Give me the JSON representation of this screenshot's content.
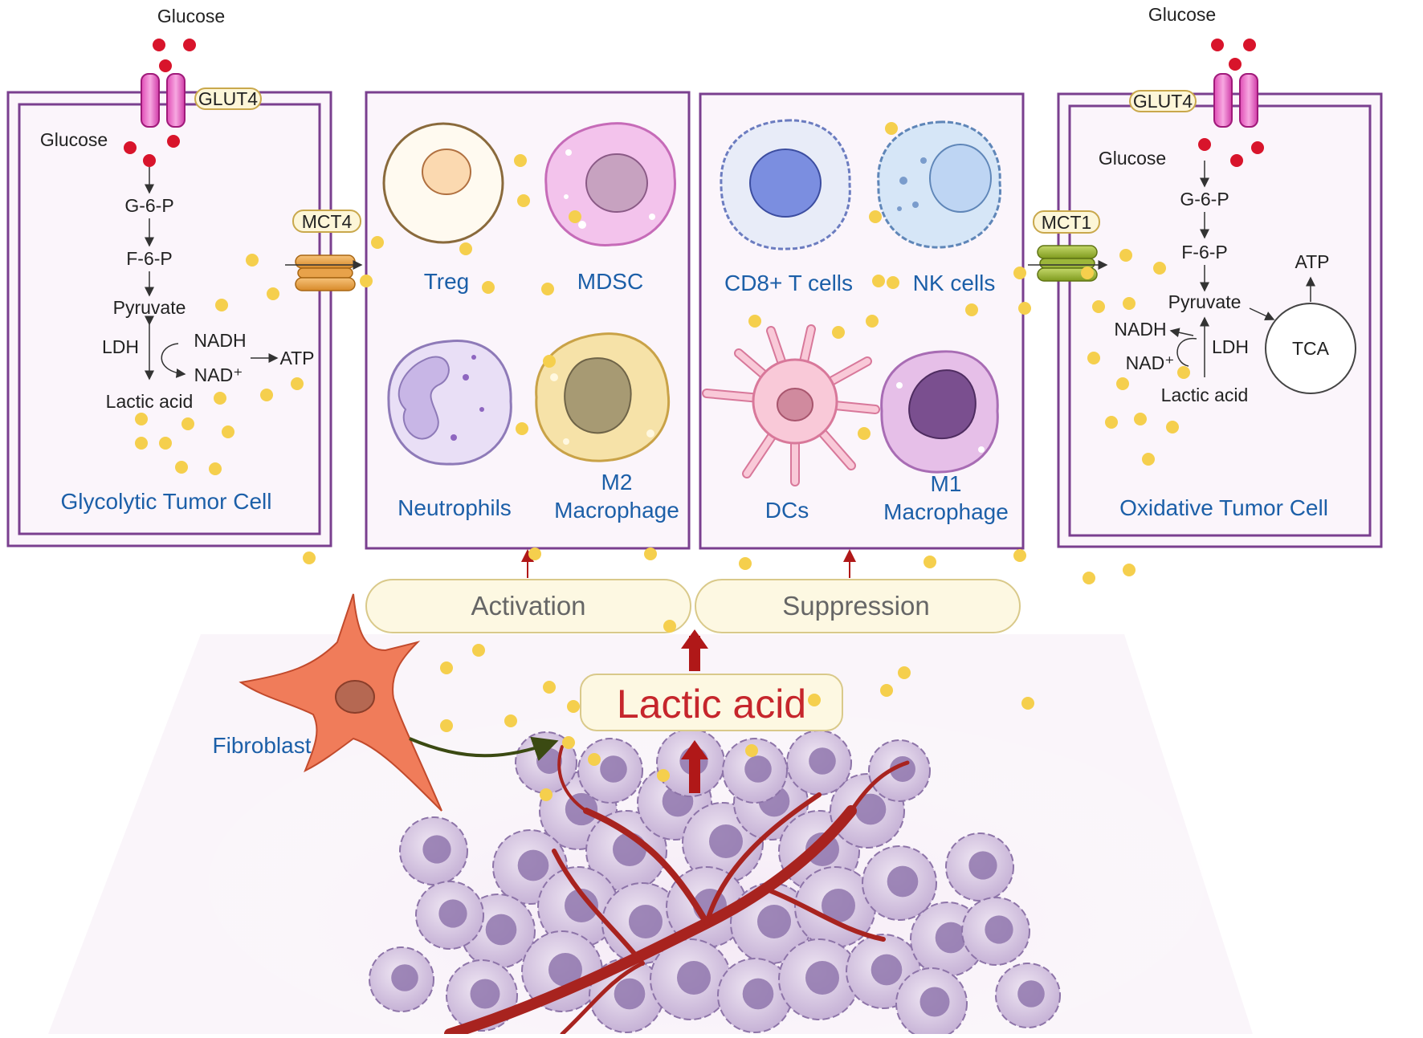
{
  "left_cell": {
    "glucose_outside": "Glucose",
    "glucose_inside": "Glucose",
    "transporter": "GLUT4",
    "exporter": "MCT4",
    "g6p": "G-6-P",
    "f6p": "F-6-P",
    "pyruvate": "Pyruvate",
    "ldh": "LDH",
    "nadh": "NADH",
    "nad": "NAD⁺",
    "atp": "ATP",
    "lactic_acid": "Lactic acid",
    "title": "Glycolytic Tumor Cell"
  },
  "activated_cells": {
    "treg": "Treg",
    "mdsc": "MDSC",
    "neutrophils": "Neutrophils",
    "m2_line1": "M2",
    "m2_line2": "Macrophage"
  },
  "suppressed_cells": {
    "cd8": "CD8+ T cells",
    "nk": "NK cells",
    "dcs": "DCs",
    "m1_line1": "M1",
    "m1_line2": "Macrophage"
  },
  "right_cell": {
    "glucose_outside": "Glucose",
    "glucose_inside": "Glucose",
    "transporter": "GLUT4",
    "importer": "MCT1",
    "g6p": "G-6-P",
    "f6p": "F-6-P",
    "pyruvate": "Pyruvate",
    "atp": "ATP",
    "tca": "TCA",
    "nadh": "NADH",
    "nad": "NAD⁺",
    "ldh": "LDH",
    "lactic_acid": "Lactic acid",
    "title": "Oxidative Tumor Cell"
  },
  "effects": {
    "activation": "Activation",
    "suppression": "Suppression",
    "lactic_acid": "Lactic acid"
  },
  "fibroblast": "Fibroblast",
  "colors": {
    "frame": "#7a3f8f",
    "panel_fill": "#fbf5fb",
    "lactate_dot": "#f5cf4d",
    "glucose_dot": "#d8142b",
    "arrow_red": "#b01818",
    "label_blue": "#1c5fa8",
    "pill_fill": "#fdf8e2",
    "pill_stroke": "#d9c98a"
  }
}
